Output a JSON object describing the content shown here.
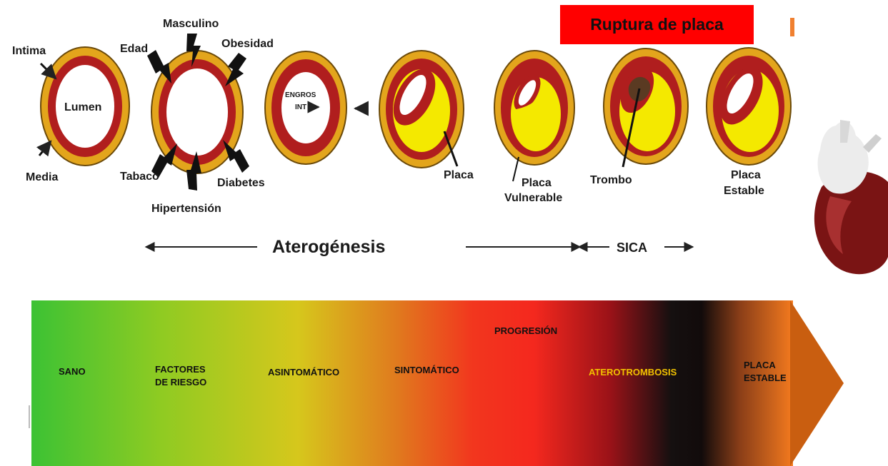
{
  "header": {
    "rupture_label": "Ruptura de placa"
  },
  "stage1_labels": {
    "intima": "Intima",
    "lumen": "Lumen",
    "media": "Media"
  },
  "risk_factors": {
    "edad": "Edad",
    "masculino": "Masculino",
    "obesidad": "Obesidad",
    "tabaco": "Tabaco",
    "hipertension": "Hipertensión",
    "diabetes": "Diabetes"
  },
  "thickening": {
    "line1": "ENGROS",
    "line2": "INT"
  },
  "plaque_labels": {
    "placa": "Placa",
    "vulnerable_line1": "Placa",
    "vulnerable_line2": "Vulnerable",
    "trombo": "Trombo",
    "estable_line1": "Placa",
    "estable_line2": "Estable"
  },
  "phases": {
    "aterogenesis": "Aterogénesis",
    "sica": "SICA"
  },
  "progression": {
    "title": "PROGRESIÓN",
    "stages": [
      {
        "line1": "SANO"
      },
      {
        "line1": "FACTORES",
        "line2": "DE RIESGO"
      },
      {
        "line1": "ASINTOMÁTICO"
      },
      {
        "line1": "SINTOMÁTICO"
      },
      {
        "line1": "ATEROTROMBOSIS"
      },
      {
        "line1": "PLACA",
        "line2": "ESTABLE"
      }
    ]
  },
  "colors": {
    "vessel_outer": "#e3a51c",
    "vessel_wall": "#b01e1e",
    "plaque": "#f4e900",
    "rupture_box": "#ff0000",
    "aterotrombosis_text": "#f2c200"
  }
}
